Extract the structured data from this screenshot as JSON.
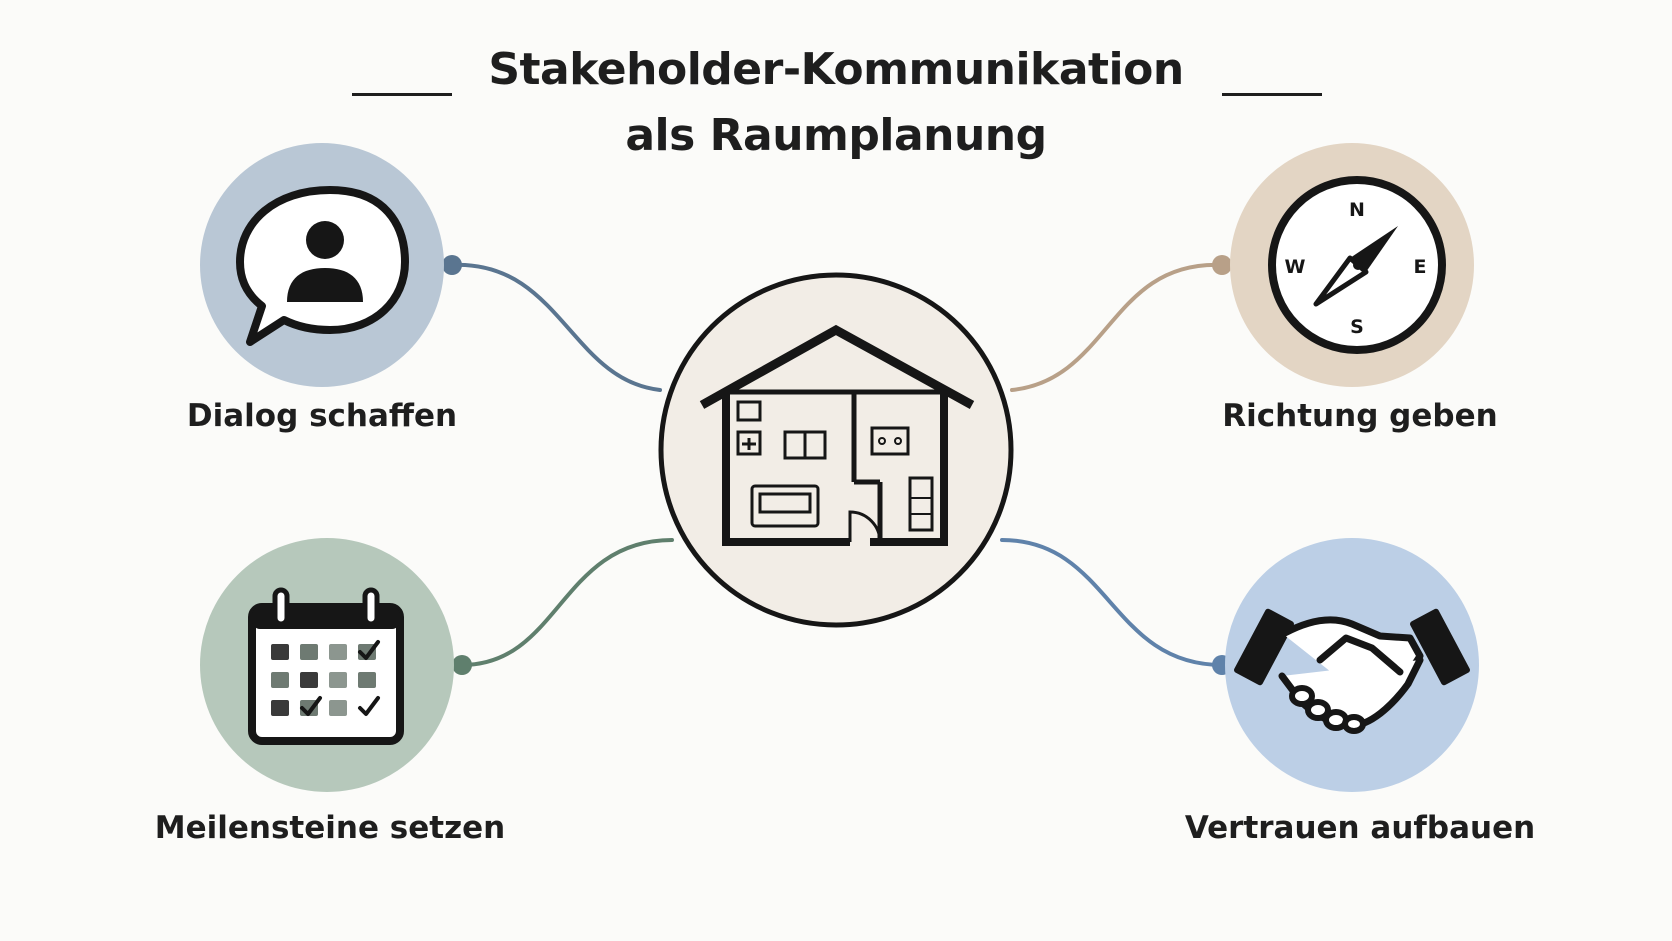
{
  "title": {
    "line1": "Stakeholder-Kommunikation",
    "line2": "als Raumplanung"
  },
  "nodes": {
    "center": {
      "icon": "house-floorplan-icon",
      "fill": "#f2ede6"
    },
    "dialog": {
      "label": "Dialog schaffen",
      "icon": "speech-bubble-person-icon",
      "fill": "#b9c7d5",
      "connector": "#5a7590"
    },
    "richtung": {
      "label": "Richtung geben",
      "icon": "compass-icon",
      "fill": "#e3d5c4",
      "connector": "#b8a088"
    },
    "meilensteine": {
      "label": "Meilensteine setzen",
      "icon": "calendar-icon",
      "fill": "#b6c8bb",
      "connector": "#5f7f6d"
    },
    "vertrauen": {
      "label": "Vertrauen aufbauen",
      "icon": "handshake-icon",
      "fill": "#bccfe6",
      "connector": "#5f82aa"
    }
  },
  "compass": {
    "n": "N",
    "e": "E",
    "s": "S",
    "w": "W"
  }
}
